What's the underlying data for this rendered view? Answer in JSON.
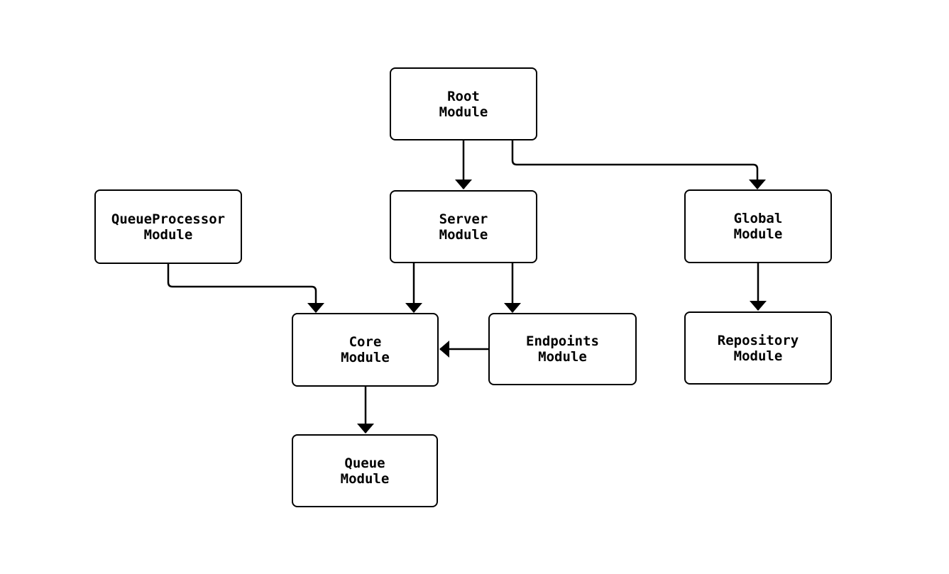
{
  "diagram": {
    "type": "flowchart",
    "direction": "top-down",
    "background_color": "#ffffff",
    "node_border_color": "#000000",
    "node_fill_color": "#ffffff",
    "text_color": "#000000",
    "arrow_color": "#000000",
    "nodes": [
      {
        "id": "root",
        "label": "Root\nModule"
      },
      {
        "id": "queueprocessor",
        "label": "QueueProcessor\nModule"
      },
      {
        "id": "server",
        "label": "Server\nModule"
      },
      {
        "id": "global",
        "label": "Global\nModule"
      },
      {
        "id": "core",
        "label": "Core\nModule"
      },
      {
        "id": "endpoints",
        "label": "Endpoints\nModule"
      },
      {
        "id": "repository",
        "label": "Repository\nModule"
      },
      {
        "id": "queue",
        "label": "Queue\nModule"
      }
    ],
    "edges": [
      {
        "from": "root",
        "to": "server"
      },
      {
        "from": "root",
        "to": "global"
      },
      {
        "from": "queueprocessor",
        "to": "core"
      },
      {
        "from": "server",
        "to": "core"
      },
      {
        "from": "server",
        "to": "endpoints"
      },
      {
        "from": "endpoints",
        "to": "core"
      },
      {
        "from": "global",
        "to": "repository"
      },
      {
        "from": "core",
        "to": "queue"
      }
    ]
  }
}
